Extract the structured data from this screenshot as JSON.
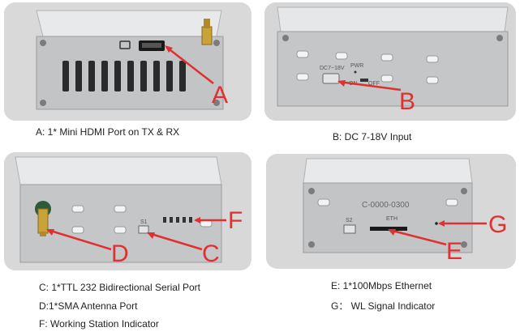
{
  "panels": {
    "a": {
      "callout": "A",
      "caption": "A: 1* Mini HDMI Port on TX & RX"
    },
    "b": {
      "callout": "B",
      "caption": "B: DC 7-18V Input",
      "silk_dc": "DC7~18V",
      "silk_pwr": "PWR",
      "silk_on": "ON",
      "silk_off": "OFF"
    },
    "c": {
      "callouts": [
        "D",
        "C",
        "F"
      ],
      "silk_s1": "S1",
      "captions": [
        "C: 1*TTL 232 Bidirectional Serial Port",
        "D:1*SMA Antenna Port",
        "F: Working Station Indicator"
      ]
    },
    "d": {
      "callouts": [
        "E",
        "G"
      ],
      "serial": "C-0000-0300",
      "silk_s2": "S2",
      "silk_eth": "ETH",
      "captions": [
        "E: 1*100Mbps Ethernet",
        "G： WL Signal Indicator"
      ]
    }
  },
  "colors": {
    "arrow": "#e03030",
    "metal": "#c7c9cb",
    "metal_dark": "#8a8d90",
    "antenna": "#c9a23a"
  }
}
